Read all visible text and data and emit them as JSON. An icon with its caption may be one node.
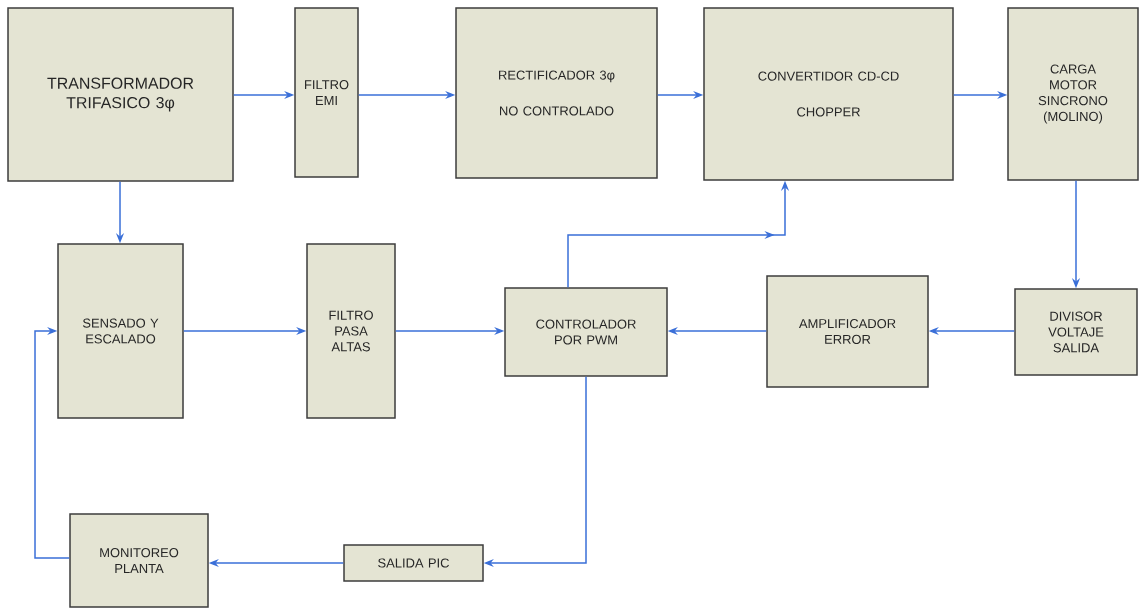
{
  "diagram": {
    "nodes": [
      {
        "text": [
          "TRANSFORMADOR TRIFASICO 3φ"
        ]
      },
      {
        "text": [
          "FILTRO EMI"
        ]
      },
      {
        "text": [
          "RECTIFICADOR 3φ",
          "NO CONTROLADO"
        ]
      },
      {
        "text": [
          "CONVERTIDOR CD-CD",
          "CHOPPER"
        ]
      },
      {
        "text": [
          "CARGA MOTOR SINCRONO (MOLINO)"
        ]
      },
      {
        "text": [
          "SENSADO Y ESCALADO"
        ]
      },
      {
        "text": [
          "FILTRO PASA ALTAS"
        ]
      },
      {
        "text": [
          "CONTROLADOR POR PWM"
        ]
      },
      {
        "text": [
          "AMPLIFICADOR ERROR"
        ]
      },
      {
        "text": [
          "DIVISOR VOLTAJE SALIDA"
        ]
      },
      {
        "text": [
          "SALIDA PIC"
        ]
      },
      {
        "text": [
          "MONITOREO PLANTA"
        ]
      }
    ],
    "edges": [
      {
        "from": 0,
        "to": 1,
        "arrow": "to"
      },
      {
        "from": 1,
        "to": 2,
        "arrow": "to"
      },
      {
        "from": 2,
        "to": 3,
        "arrow": "to"
      },
      {
        "from": 3,
        "to": 4,
        "arrow": "to"
      },
      {
        "from": 0,
        "to": 5,
        "arrow": "to"
      },
      {
        "from": 5,
        "to": 6,
        "arrow": "to"
      },
      {
        "from": 6,
        "to": 7,
        "arrow": "to"
      },
      {
        "from": 7,
        "to": 3,
        "arrow": "to"
      },
      {
        "from": 4,
        "to": 9,
        "arrow": "to"
      },
      {
        "from": 9,
        "to": 8,
        "arrow": "to"
      },
      {
        "from": 8,
        "to": 7,
        "arrow": "to"
      },
      {
        "from": 7,
        "to": 10,
        "arrow": "to"
      },
      {
        "from": 10,
        "to": 11,
        "arrow": "to"
      },
      {
        "from": 11,
        "to": 5,
        "arrow": "to"
      }
    ]
  }
}
